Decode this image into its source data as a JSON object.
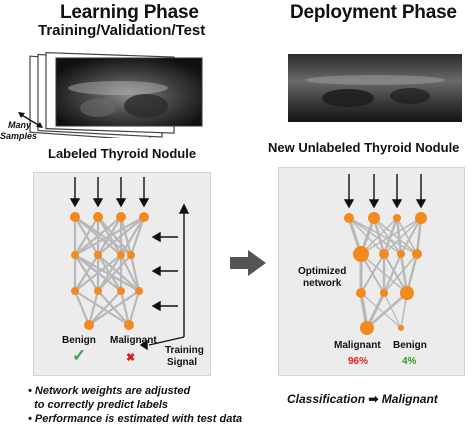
{
  "learning": {
    "title": "Learning Phase",
    "subtitle": "Training/Validation/Test",
    "many_samples": [
      "Many",
      "Samples"
    ],
    "image_caption": "Labeled Thyroid Nodule",
    "labels": {
      "benign": "Benign",
      "malignant": "Malignant"
    },
    "marks": {
      "benign": "✓",
      "malignant": "✖"
    },
    "training_signal": [
      "Training",
      "Signal"
    ],
    "notes": [
      "• Network weights are adjusted",
      "  to correctly predict labels",
      "• Performance is estimated with test data"
    ]
  },
  "deployment": {
    "title": "Deployment Phase",
    "image_caption": "New Unlabeled Thyroid Nodule",
    "optimized_network": [
      "Optimized",
      "network"
    ],
    "labels": {
      "malignant": "Malignant",
      "benign": "Benign"
    },
    "probabilities": {
      "malignant": "96%",
      "benign": "4%"
    },
    "classification": {
      "prefix": "Classification",
      "arrow": "➡",
      "result": "Malignant"
    }
  },
  "colors": {
    "node": "#f28a1e",
    "edge": "#b8b8b8",
    "panel": "#ececec",
    "malignant_pct": "#e02020",
    "benign_pct": "#2e9c2e",
    "check": "#3aa83a",
    "cross": "#d62020",
    "big_arrow": "#555555"
  },
  "icons": [
    "down-arrow-icon",
    "left-arrow-icon",
    "up-arrow-icon",
    "check-icon",
    "cross-icon",
    "right-arrow-icon"
  ]
}
